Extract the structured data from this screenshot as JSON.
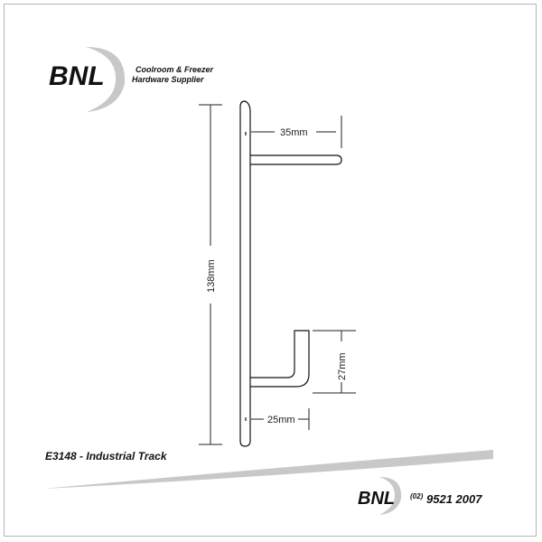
{
  "brand": {
    "logo_text": "BNL",
    "tagline_line1": "Coolroom & Freezer",
    "tagline_line2": "Hardware Supplier"
  },
  "dimensions": {
    "top_arm": "35mm",
    "total_height": "138mm",
    "hook_height": "27mm",
    "bottom_arm": "25mm"
  },
  "product": {
    "caption": "E3148 - Industrial Track"
  },
  "footer": {
    "logo_text": "BNL",
    "phone_code": "(02)",
    "phone_number": "9521 2007"
  },
  "colors": {
    "swoosh": "#c8c8c8",
    "text": "#111111",
    "frame": "#b5b5b5"
  }
}
